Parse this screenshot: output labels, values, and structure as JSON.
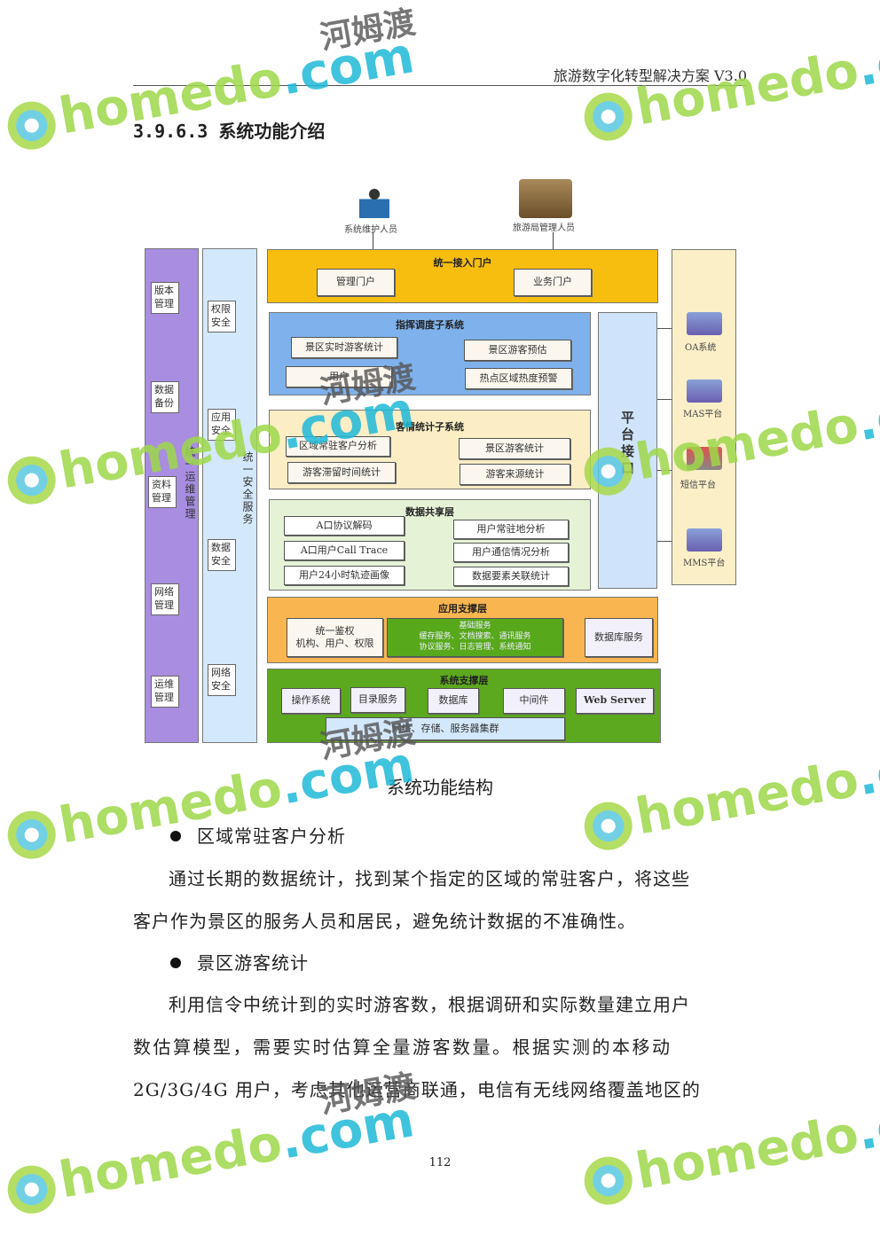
{
  "header": {
    "doc_title": "旅游数字化转型解决方案 V3.0"
  },
  "section": {
    "heading": "3.9.6.3 系统功能介绍"
  },
  "diagram": {
    "actors": [
      "系统维护人员",
      "旅游局管理人员"
    ],
    "left_ops": {
      "title": "统一运维管理",
      "items": [
        "版本管理",
        "数据备份",
        "资料管理",
        "网络管理",
        "运维管理"
      ]
    },
    "left_sec": {
      "title": "统一安全服务",
      "items": [
        "权限安全",
        "应用安全",
        "数据安全",
        "网络安全"
      ]
    },
    "portal": {
      "title": "统一接入门户",
      "items": [
        "管理门户",
        "业务门户"
      ]
    },
    "dispatch": {
      "title": "指挥调度子系统",
      "items": [
        "景区实时游客统计",
        "用户",
        "景区游客预估",
        "热点区域热度预警"
      ]
    },
    "stats": {
      "title": "客情统计子系统",
      "items": [
        "区域常驻客户分析",
        "游客滞留时间统计",
        "景区游客统计",
        "游客来源统计"
      ]
    },
    "share": {
      "title": "数据共享层",
      "items": [
        "A口协议解码",
        "A口用户Call Trace",
        "用户24小时轨迹画像",
        "用户常驻地分析",
        "用户通信情况分析",
        "数据要素关联统计"
      ]
    },
    "app": {
      "title": "应用支撑层",
      "auth_line1": "统一鉴权",
      "auth_line2": "机构、用户、权限",
      "base_title": "基础服务",
      "base_line1": "缓存服务、文档搜索、通讯服务",
      "base_line2": "协议服务、日志管理、系统通知",
      "db": "数据库服务"
    },
    "sys": {
      "title": "系统支撑层",
      "items": [
        "操作系统",
        "目录服务",
        "数据库",
        "中间件",
        "Web Server"
      ],
      "infra": "网络、存储、服务器集群"
    },
    "platform": "平台接口",
    "externals": [
      "OA系统",
      "MAS平台",
      "短信平台",
      "MMS平台"
    ],
    "caption": "系统功能结构"
  },
  "body": {
    "bullet1": "区域常驻客户分析",
    "para1": [
      "通过长期的数据统计，找到某个指定的区域的常驻客户，将这些",
      "客户作为景区的服务人员和居民，避免统计数据的不准确性。"
    ],
    "bullet2": "景区游客统计",
    "para2": [
      "利用信令中统计到的实时游客数，根据调研和实际数量建立用户",
      "数估算模型，需要实时估算全量游客数量。根据实测的本移动",
      "2G/3G/4G 用户，考虑其他运营商联通，电信有无线网络覆盖地区的"
    ]
  },
  "footer": {
    "page": "112"
  },
  "watermark": {
    "brand": "homedo",
    "dot": ".com",
    "cn": "河姆渡"
  }
}
